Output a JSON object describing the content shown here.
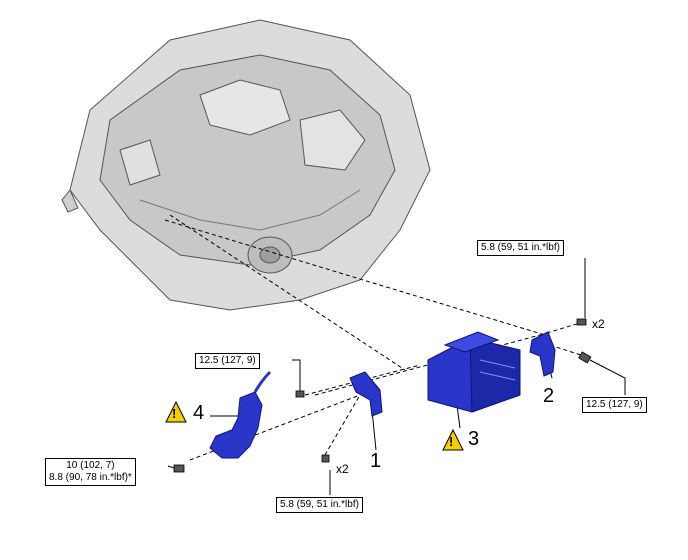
{
  "diagram": {
    "torques": {
      "t1": "5.8 (59, 51 in.*lbf)",
      "t2": "12.5 (127, 9)",
      "t3": "12.5 (127, 9)",
      "t4_line1": "10 (102, 7)",
      "t4_line2": "8.8 (90, 78 in.*lbf)*",
      "t5": "5.8 (59, 51 in.*lbf)"
    },
    "quantities": {
      "q1": "x2",
      "q2": "x2"
    },
    "callouts": {
      "c1": "1",
      "c2": "2",
      "c3": "3",
      "c4": "4"
    },
    "warning_symbol": "!",
    "colors": {
      "part_blue": "#2a35c9",
      "line": "#000000",
      "body_gray": "#d9d9d9"
    }
  }
}
